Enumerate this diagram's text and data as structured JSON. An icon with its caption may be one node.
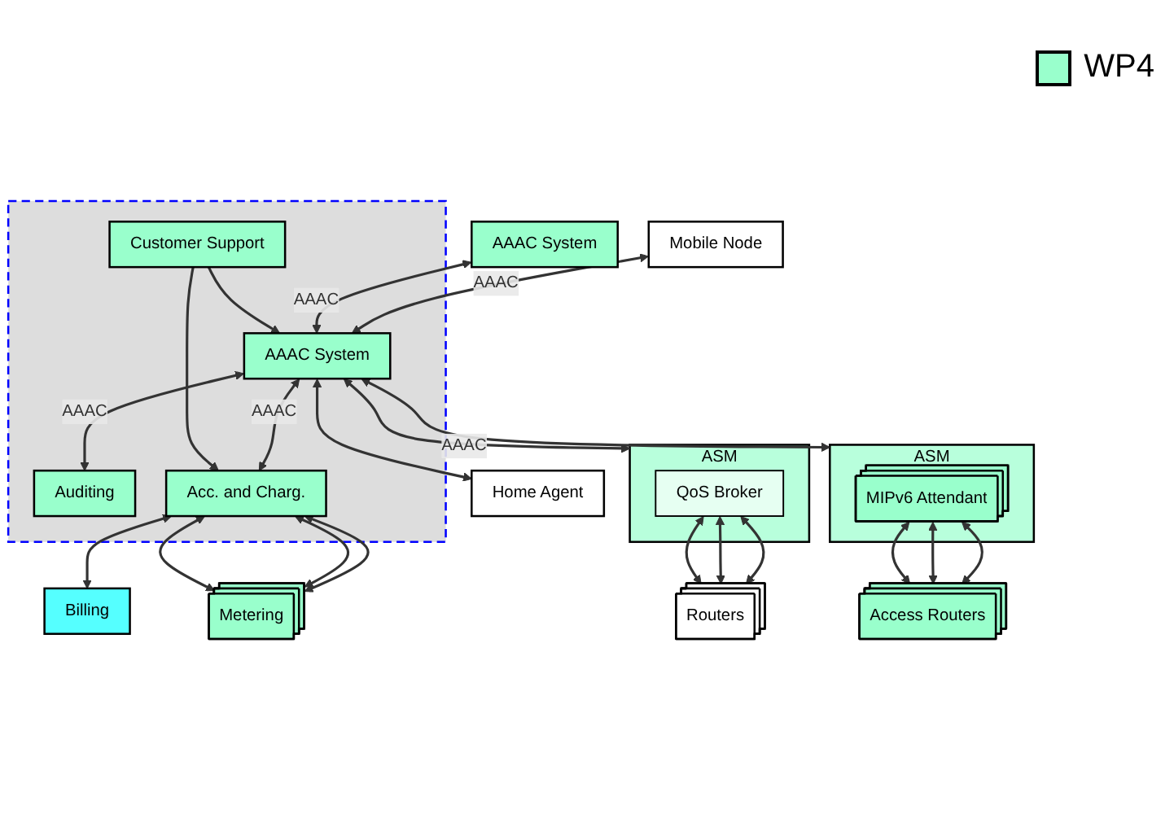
{
  "diagram": {
    "nodes": [
      {
        "text": [],
        "shape": "box"
      },
      {
        "text": [
          "Customer Support"
        ],
        "in": 0
      },
      {
        "text": [
          "AAAC System"
        ]
      },
      {
        "text": [
          "AAAC System"
        ],
        "in": 0
      },
      {
        "text": [
          "Auditing"
        ],
        "in": 0
      },
      {
        "text": [
          "Home Agent"
        ]
      },
      {
        "text": [
          "Mobile Node"
        ]
      },
      {
        "text": [
          "Acc. and Charg."
        ],
        "in": 0
      },
      {
        "text": [
          "Billing"
        ]
      },
      {
        "text": [
          "ASM"
        ]
      },
      {
        "text": [
          "ASM"
        ]
      },
      {
        "text": [
          "QoS Broker"
        ],
        "in": 9
      },
      {
        "text": [
          "MIPv6 Attendant"
        ],
        "in": 10
      },
      {
        "text": [
          "Metering"
        ]
      },
      {
        "text": [
          "Routers"
        ]
      },
      {
        "text": [
          "Access Routers"
        ]
      }
    ],
    "edges": [
      {
        "from": 1,
        "to": 3,
        "arrow": "to"
      },
      {
        "from": 1,
        "to": 7,
        "arrow": "to"
      },
      {
        "from": 2,
        "to": 3,
        "arrow": "both",
        "label": "AAAC"
      },
      {
        "from": 6,
        "to": 3,
        "arrow": "both",
        "label": "AAAC"
      },
      {
        "from": 3,
        "to": 4,
        "arrow": "both",
        "label": "AAAC"
      },
      {
        "from": 3,
        "to": 5,
        "arrow": "both"
      },
      {
        "from": 3,
        "to": 7,
        "arrow": "both",
        "label": "AAAC"
      },
      {
        "from": 3,
        "to": 9,
        "arrow": "both",
        "label": "AAAC"
      },
      {
        "from": 3,
        "to": 10,
        "arrow": "both"
      },
      {
        "from": 7,
        "to": 8,
        "arrow": "both"
      },
      {
        "from": 7,
        "to": 13,
        "arrow": "both"
      },
      {
        "from": 7,
        "to": 13,
        "arrow": "both"
      },
      {
        "from": 7,
        "to": 13,
        "arrow": "both"
      },
      {
        "from": 11,
        "to": 14,
        "arrow": "both"
      },
      {
        "from": 11,
        "to": 14,
        "arrow": "both"
      },
      {
        "from": 11,
        "to": 14,
        "arrow": "both"
      },
      {
        "from": 12,
        "to": 15,
        "arrow": "both"
      },
      {
        "from": 12,
        "to": 15,
        "arrow": "both"
      },
      {
        "from": 12,
        "to": 15,
        "arrow": "both"
      }
    ],
    "legend": [
      {
        "text": "WP4",
        "color": "#99ffcc"
      }
    ]
  }
}
